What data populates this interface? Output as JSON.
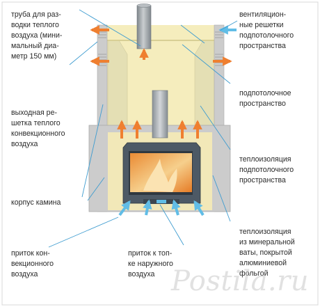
{
  "diagram": {
    "labels": {
      "pipe": "труба для раз-\nводки теплого\nвоздуха (мини-\nмальный диа-\nметр 150 мм)",
      "vent_grilles": "вентиляцион-\nные решетки\nподпотолочного\nпространства",
      "ceiling_space": "подпотолочное\nпространство",
      "outlet_grille": "выходная ре-\nшетка теплого\nконвекционного\nвоздуха",
      "ceiling_insulation": "теплоизоляция\nподпотолочного\nпространства",
      "fireplace_body": "корпус камина",
      "mineral_wool_insulation": "теплоизоляция\nиз минеральной\nваты, покрытой\nалюминиевой\nфольгой",
      "convection_air_inlet": "приток кон-\nвекционного\nвоздуха",
      "outside_air_inlet": "приток к топ-\nке наружного\nвоздуха"
    },
    "watermark": "Postila.ru",
    "colors": {
      "wall_gray": "#cccccc",
      "wall_edge": "#aaaaaa",
      "hood_yellow": "#f5edbd",
      "insulation": "#e4dfb4",
      "pipe_steel": "#9aa1a6",
      "firebox": "#4d5965",
      "flame": "#f2c27c",
      "arrow_hot": "#ef7f30",
      "arrow_cold": "#61bde6",
      "leader": "#3e9cd0",
      "text": "#2a2a2a"
    }
  }
}
